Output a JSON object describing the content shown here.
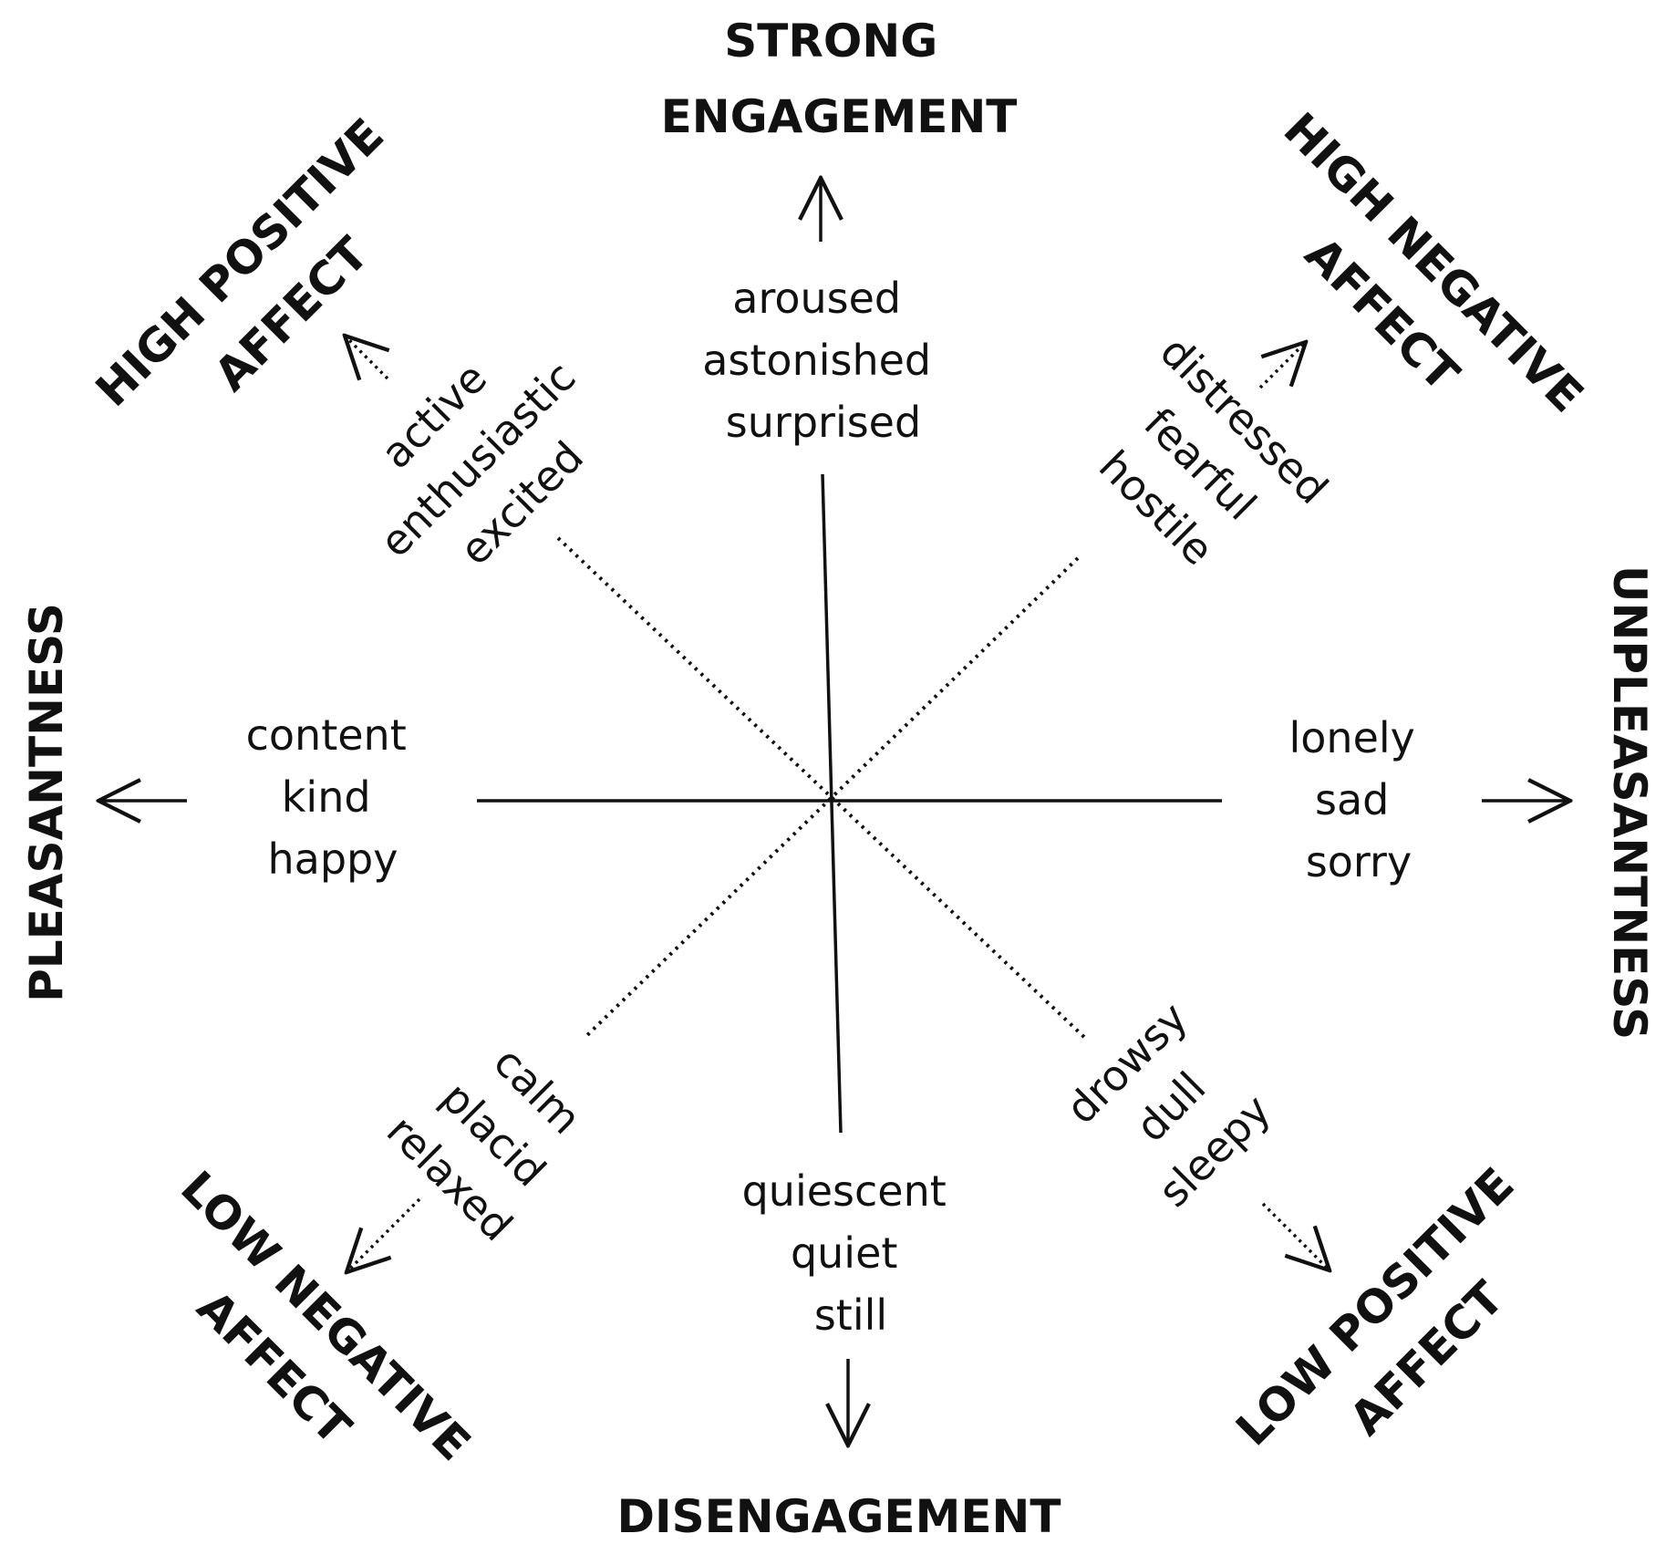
{
  "axes": {
    "top": {
      "lines": [
        "STRONG",
        "ENGAGEMENT"
      ]
    },
    "bottom": {
      "lines": [
        "DISENGAGEMENT"
      ]
    },
    "left": {
      "lines": [
        "PLEASANTNESS"
      ]
    },
    "right": {
      "lines": [
        "UNPLEASANTNESS"
      ]
    },
    "top_left": {
      "lines": [
        "HIGH POSITIVE",
        "AFFECT"
      ]
    },
    "top_right": {
      "lines": [
        "HIGH NEGATIVE",
        "AFFECT"
      ]
    },
    "bottom_left": {
      "lines": [
        "LOW NEGATIVE",
        "AFFECT"
      ]
    },
    "bottom_right": {
      "lines": [
        "LOW POSITIVE",
        "AFFECT"
      ]
    }
  },
  "word_groups": {
    "top": [
      "aroused",
      "astonished",
      "surprised"
    ],
    "bottom": [
      "quiescent",
      "quiet",
      "still"
    ],
    "left": [
      "content",
      "kind",
      "happy"
    ],
    "right": [
      "lonely",
      "sad",
      "sorry"
    ],
    "top_left": [
      "active",
      "enthusiastic",
      "excited"
    ],
    "top_right": [
      "distressed",
      "fearful",
      "hostile"
    ],
    "bottom_left": [
      "calm",
      "placid",
      "relaxed"
    ],
    "bottom_right": [
      "drowsy",
      "dull",
      "sleepy"
    ]
  },
  "colors": {
    "ink": "#111111",
    "background": "#ffffff"
  }
}
